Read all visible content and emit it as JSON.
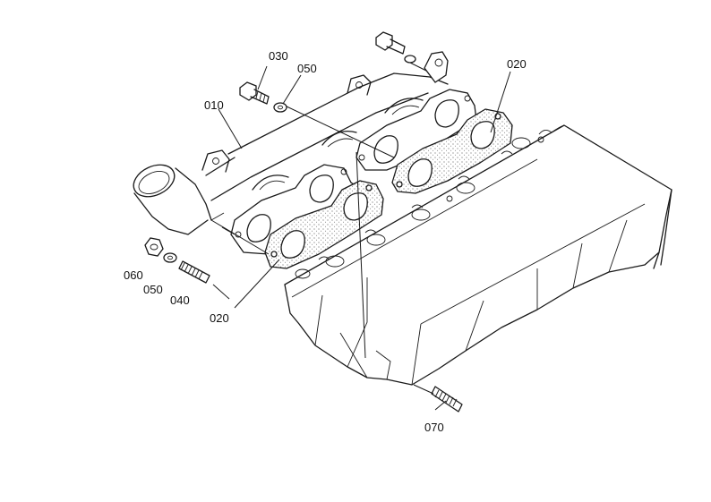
{
  "parts": [
    {
      "id": "callout-010",
      "label": "010"
    },
    {
      "id": "callout-020-top",
      "label": "020"
    },
    {
      "id": "callout-020-bottom",
      "label": "020"
    },
    {
      "id": "callout-030",
      "label": "030"
    },
    {
      "id": "callout-040",
      "label": "040"
    },
    {
      "id": "callout-050-top",
      "label": "050"
    },
    {
      "id": "callout-050-bottom",
      "label": "050"
    },
    {
      "id": "callout-060",
      "label": "060"
    },
    {
      "id": "callout-070",
      "label": "070"
    }
  ]
}
